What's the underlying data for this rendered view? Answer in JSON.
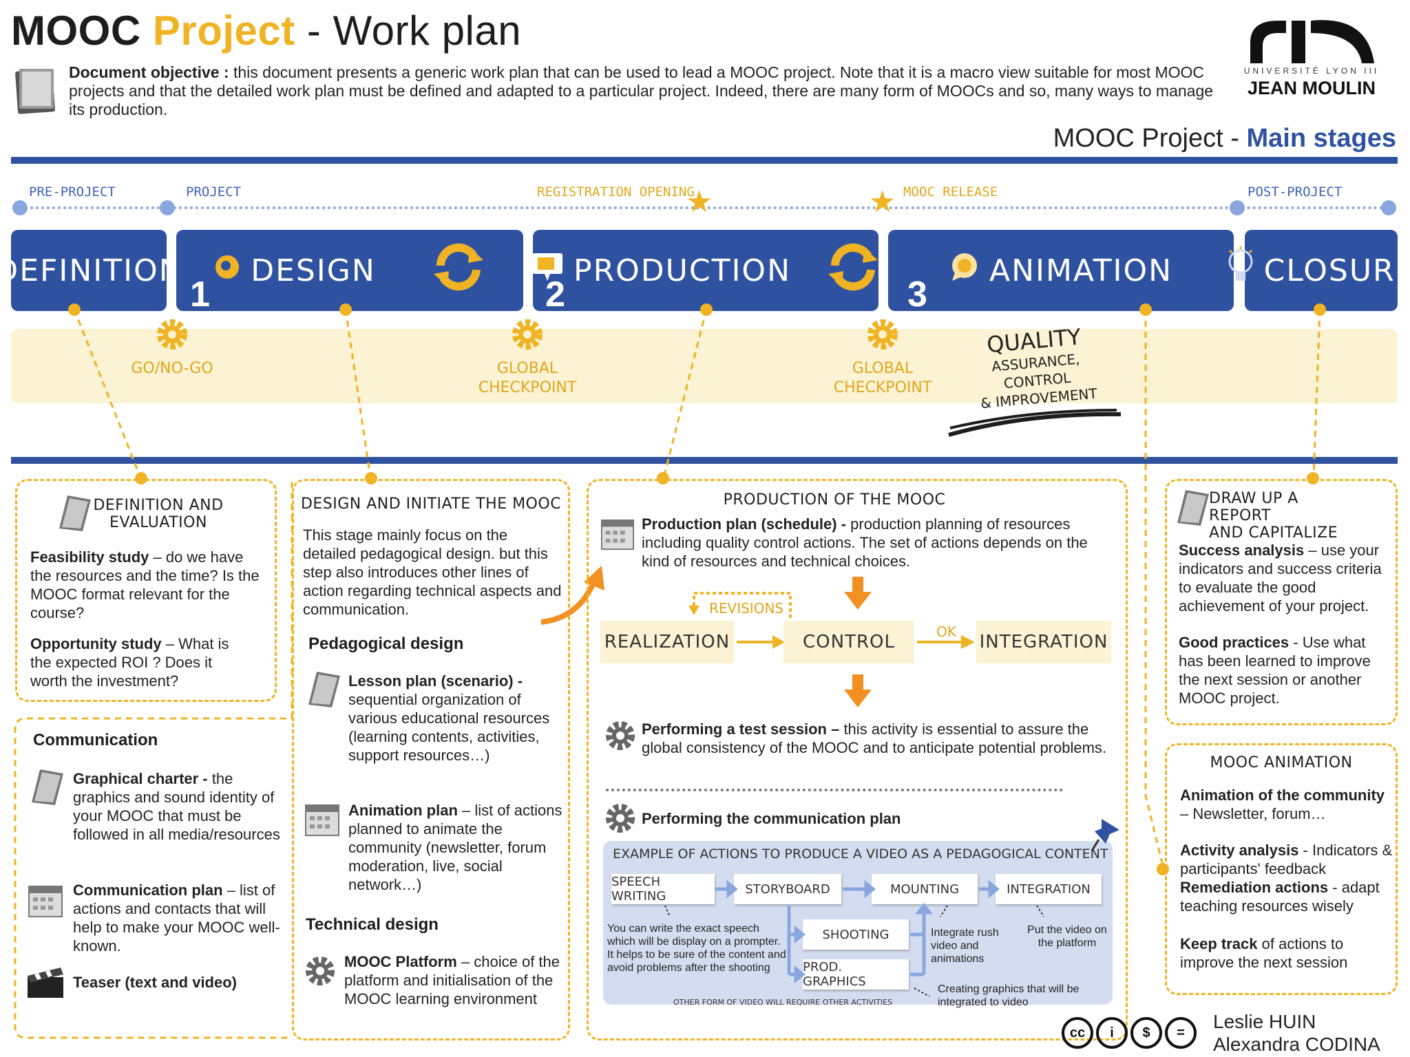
{
  "header": {
    "title_part1": "MOOC",
    "title_part2": "Project",
    "title_part3": "- Work plan",
    "objective_label": "Document objective :",
    "objective_text": "this document presents a generic work plan that can be used to lead a MOOC project. Note that it is a macro view suitable for most MOOC projects and that the detailed work plan must be defined and adapted to a particular project. Indeed, there are many form of MOOCs and so, many ways to manage its production.",
    "logo_sub": "UNIVERSITÉ LYON III",
    "logo_main": "JEAN MOULIN"
  },
  "stages_title": {
    "part1": "MOOC Project -",
    "part2": "Main stages"
  },
  "milestones": {
    "pre_project": "PRE-PROJECT",
    "project": "PROJECT",
    "registration": "REGISTRATION OPENING",
    "release": "MOOC RELEASE",
    "post_project": "POST-PROJECT"
  },
  "stages": {
    "definition": "DEFINITION",
    "design": "DESIGN",
    "production": "PRODUCTION",
    "animation": "ANIMATION",
    "closure": "CLOSURE",
    "n1": "1",
    "n2": "2",
    "n3": "3"
  },
  "checkpoints": {
    "gonogo": "GO/NO-GO",
    "global1_a": "GLOBAL",
    "global1_b": "CHECKPOINT",
    "global2_a": "GLOBAL",
    "global2_b": "CHECKPOINT",
    "quality_1": "QUALITY",
    "quality_2": "ASSURANCE, CONTROL",
    "quality_3": "& IMPROVEMENT"
  },
  "definition_box": {
    "title_1": "DEFINITION AND",
    "title_2": "EVALUATION",
    "feas_label": "Feasibility study",
    "feas_text": " – do we have the resources and the time? Is the MOOC format relevant for the course?",
    "opp_label": "Opportunity study",
    "opp_text": " – What is the expected ROI ? Does it worth the investment?"
  },
  "communication_box": {
    "title": "Communication",
    "charter_label": "Graphical charter -",
    "charter_text": " the graphics and sound identity of your MOOC that must be followed in all media/resources",
    "plan_label": "Communication plan",
    "plan_text": " – list of actions and contacts that will help to make your MOOC well-known.",
    "teaser_label": "Teaser (text and video)"
  },
  "design_box": {
    "title": "DESIGN AND INITIATE THE MOOC",
    "intro": "This stage mainly focus on the detailed pedagogical design. but this step also introduces other lines of action regarding technical aspects and communication.",
    "ped_head": "Pedagogical design",
    "lesson_label": "Lesson plan (scenario) -",
    "lesson_text": " sequential organization of various educational resources (learning contents, activities, support resources…)",
    "anim_label": "Animation plan",
    "anim_text": " – list of actions planned to animate the community (newsletter, forum moderation, live, social network…)",
    "tech_head": "Technical design",
    "platform_label": "MOOC Platform",
    "platform_text": " – choice of the platform and initialisation of the MOOC learning environment"
  },
  "production_box": {
    "title": "PRODUCTION OF THE MOOC",
    "plan_label": "Production plan (schedule) -",
    "plan_text": " production planning of resources including quality control actions. The set of actions depends on the kind of resources and technical choices.",
    "revisions": "REVISIONS",
    "realization": "REALIZATION",
    "control": "CONTROL",
    "ok": "OK",
    "integration": "INTEGRATION",
    "test_label": "Performing a test session –",
    "test_text": " this activity is essential to assure the global consistency of the MOOC and to anticipate potential problems.",
    "comm_label": "Performing the communication plan",
    "video_title": "EXAMPLE OF ACTIONS TO PRODUCE A VIDEO AS A PEDAGOGICAL CONTENT",
    "v_speech": "SPEECH WRITING",
    "v_storyboard": "STORYBOARD",
    "v_mounting": "MOUNTING",
    "v_integration": "INTEGRATION",
    "v_shooting": "SHOOTING",
    "v_graphics": "PROD. GRAPHICS",
    "v_speech_note": "You can write the exact speech which will be display on a prompter. It helps to be sure of the content and avoid problems after the shooting",
    "v_rush_note": "Integrate rush video and animations",
    "v_put_note": "Put the video on the platform",
    "v_graphics_note": "Creating graphics that will be integrated to video",
    "v_other": "OTHER FORM OF VIDEO WILL REQUIRE OTHER ACTIVITIES"
  },
  "report_box": {
    "title_1": "DRAW UP A REPORT",
    "title_2": "AND CAPITALIZE",
    "success_label": "Success analysis",
    "success_text": " – use your indicators and success criteria to evaluate the good achievement of your project.",
    "good_label": "Good practices",
    "good_text": " - Use what has been learned to improve the next session or another MOOC project."
  },
  "animation_box": {
    "title": "MOOC ANIMATION",
    "comm_label": "Animation of the community",
    "comm_text": " – Newsletter, forum…",
    "activity_label": "Activity analysis",
    "activity_text": " - Indicators & participants' feedback",
    "remed_label": "Remediation actions",
    "remed_text": " - adapt teaching resources wisely",
    "keep_label": "Keep track",
    "keep_text": " of actions to improve the next session"
  },
  "footer": {
    "author1": "Leslie HUIN",
    "author2": "Alexandra CODINA",
    "cc1": "cc",
    "cc2": "i",
    "cc3": "$",
    "cc4": "="
  },
  "colors": {
    "blue": "#2f52a0",
    "yellow": "#f0b323",
    "light_yellow": "#fbf3d3",
    "light_blue": "#8aa6df"
  }
}
